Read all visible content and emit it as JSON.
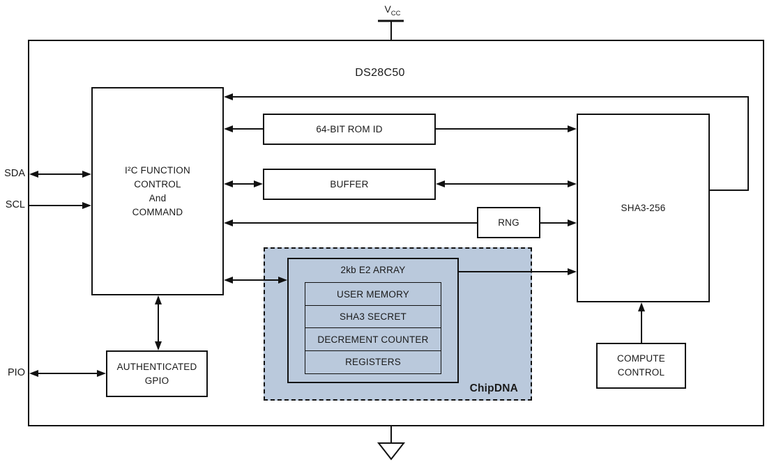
{
  "diagram": {
    "title": "DS28C50",
    "power": {
      "label": "V",
      "sub": "CC"
    },
    "ground": "ground-symbol",
    "pins": {
      "sda": "SDA",
      "scl": "SCL",
      "pio": "PIO"
    },
    "blocks": {
      "i2c": {
        "lines": [
          "I²C FUNCTION",
          "CONTROL",
          "And",
          "COMMAND"
        ]
      },
      "rom_id": {
        "label": "64-BIT ROM ID"
      },
      "buffer": {
        "label": "BUFFER"
      },
      "rng": {
        "label": "RNG"
      },
      "sha3": {
        "label": "SHA3-256"
      },
      "compute": {
        "lines": [
          "COMPUTE",
          "CONTROL"
        ]
      },
      "gpio": {
        "lines": [
          "AUTHENTICATED",
          "GPIO"
        ]
      },
      "chipdna": {
        "label": "ChipDNA",
        "e2_array": {
          "title": "2kb E2 ARRAY",
          "rows": [
            "USER MEMORY",
            "SHA3 SECRET",
            "DECREMENT COUNTER",
            "REGISTERS"
          ]
        }
      }
    },
    "colors": {
      "line": "#111111",
      "chipdna_fill": "#bac9dc",
      "background": "#ffffff"
    }
  }
}
